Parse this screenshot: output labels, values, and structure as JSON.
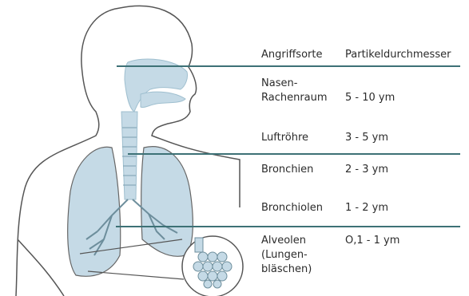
{
  "header": {
    "col_site": "Angriffsorte",
    "col_size": "Partikeldurchmesser"
  },
  "rows": [
    {
      "site": "Nasen-\nRachenraum",
      "size": "5 - 10 ym"
    },
    {
      "site": "Luftröhre",
      "size": "3 - 5 ym"
    },
    {
      "site": "Bronchien",
      "size": "2 - 3 ym"
    },
    {
      "site": "Bronchiolen",
      "size": "1 - 2 ym"
    },
    {
      "site": "Alveolen\n(Lungen-\nbläschen)",
      "size": "O,1 - 1 ym"
    }
  ],
  "colors": {
    "line": "#3d7176",
    "outline": "#555555",
    "organ": "#c5dae6",
    "organ_dark": "#9fbfcf"
  }
}
